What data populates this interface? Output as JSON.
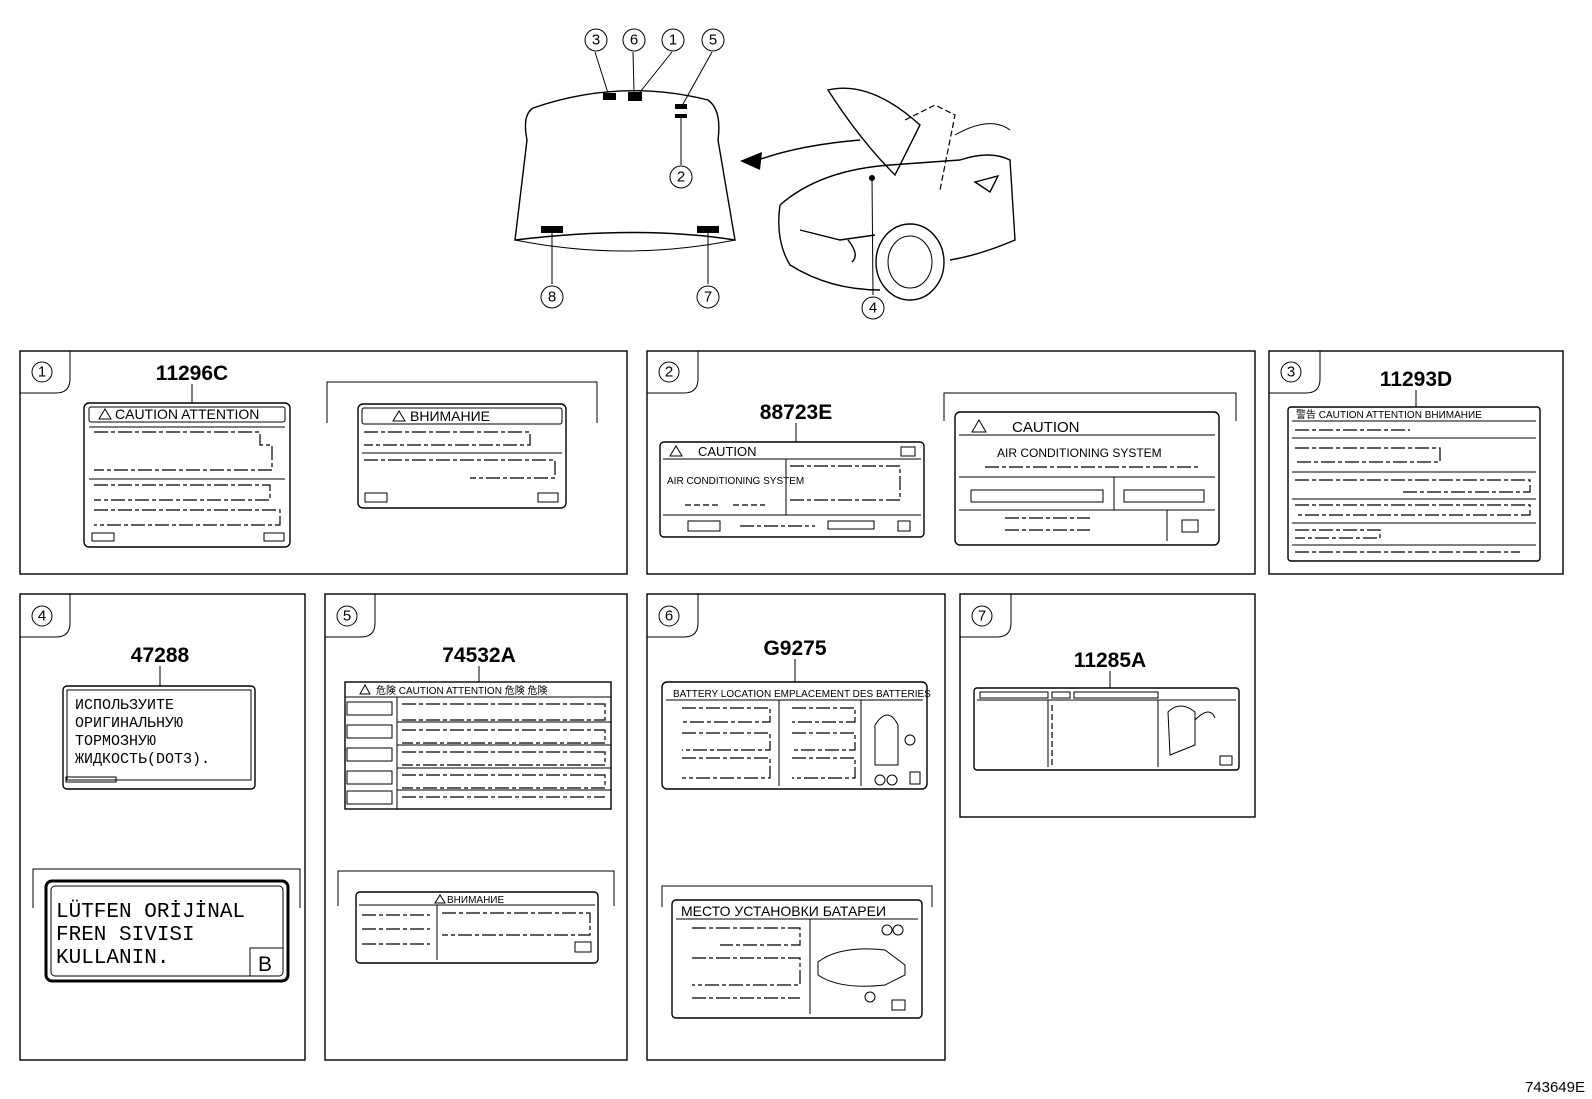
{
  "figure_code": "743649E",
  "callouts": [
    "1",
    "2",
    "3",
    "4",
    "5",
    "6",
    "7",
    "8"
  ],
  "panels": [
    {
      "index": "1",
      "part_number": "11296C",
      "label_main": "CAUTION   ATTENTION",
      "label_alt": "ВНИМАНИЕ"
    },
    {
      "index": "2",
      "part_number": "88723E",
      "label_main": "CAUTION",
      "sub_main": "AIR CONDITIONING SYSTEM",
      "label_alt": "CAUTION",
      "sub_alt": "AIR CONDITIONING SYSTEM"
    },
    {
      "index": "3",
      "part_number": "11293D",
      "label_main": "警告  CAUTION  ATTENTION  ВНИМАНИЕ"
    },
    {
      "index": "4",
      "part_number": "47288",
      "text_lines": [
        "ИСПОЛЬЗУИТЕ",
        "ОРИГИНАЛЬНУЮ",
        "ТОРМОЗНУЮ",
        "ЖИДКОСТЬ(DOT3)."
      ],
      "alt_lines": [
        "LÜTFEN  ORİJİNAL",
        "FREN  SIVISI",
        "KULLANIN."
      ],
      "alt_tag": "B"
    },
    {
      "index": "5",
      "part_number": "74532A",
      "label_main": "危険  CAUTION  ATTENTION  危険  危険",
      "label_alt": "ВНИМАНИЕ"
    },
    {
      "index": "6",
      "part_number": "G9275",
      "label_main": "BATTERY LOCATION    EMPLACEMENT DES BATTERIES",
      "label_alt": "МЕСТО  УСТАНОВКИ  БАТАРЕИ"
    },
    {
      "index": "7",
      "part_number": "11285A"
    }
  ]
}
